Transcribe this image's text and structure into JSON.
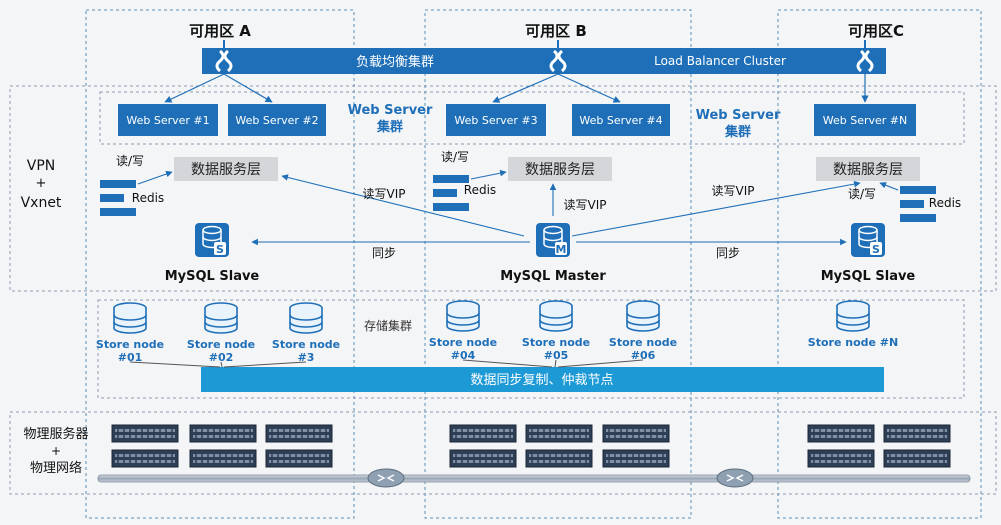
{
  "zones": {
    "a": "可用区 A",
    "b": "可用区 B",
    "c": "可用区C"
  },
  "load_balancer": {
    "cn": "负载均衡集群",
    "en": "Load Balancer Cluster"
  },
  "vpn": {
    "line1": "VPN",
    "line2": "+",
    "line3": "Vxnet"
  },
  "web": {
    "servers": [
      "Web Server #1",
      "Web Server #2",
      "Web Server #3",
      "Web Server #4",
      "Web Server #N"
    ],
    "cluster_label_1": "Web Server",
    "cluster_label_2": "集群"
  },
  "data_service": "数据服务层",
  "read_write": "读/写",
  "read_write_vip": "读写VIP",
  "sync": "同步",
  "redis": "Redis",
  "mysql": {
    "slave": "MySQL Slave",
    "master": "MySQL Master",
    "slave_glyph": "S",
    "master_glyph": "M"
  },
  "storage": {
    "cluster_label": "存储集群",
    "nodes": [
      {
        "line1": "Store node",
        "line2": "#01"
      },
      {
        "line1": "Store node",
        "line2": "#02"
      },
      {
        "line1": "Store node",
        "line2": "#3"
      },
      {
        "line1": "Store node",
        "line2": "#04"
      },
      {
        "line1": "Store node",
        "line2": "#05"
      },
      {
        "line1": "Store node",
        "line2": "#06"
      },
      {
        "line1": "Store node #N",
        "line2": ""
      }
    ],
    "replication_bar": "数据同步复制、仲裁节点"
  },
  "physical": {
    "line1": "物理服务器",
    "line2": "+",
    "line3": "物理网络"
  },
  "colors": {
    "accent_blue": "#1f6fb8",
    "bright_blue": "#1d9ad6",
    "zone_border": "#5b8fb9",
    "panel_border": "#8a9bb0"
  }
}
